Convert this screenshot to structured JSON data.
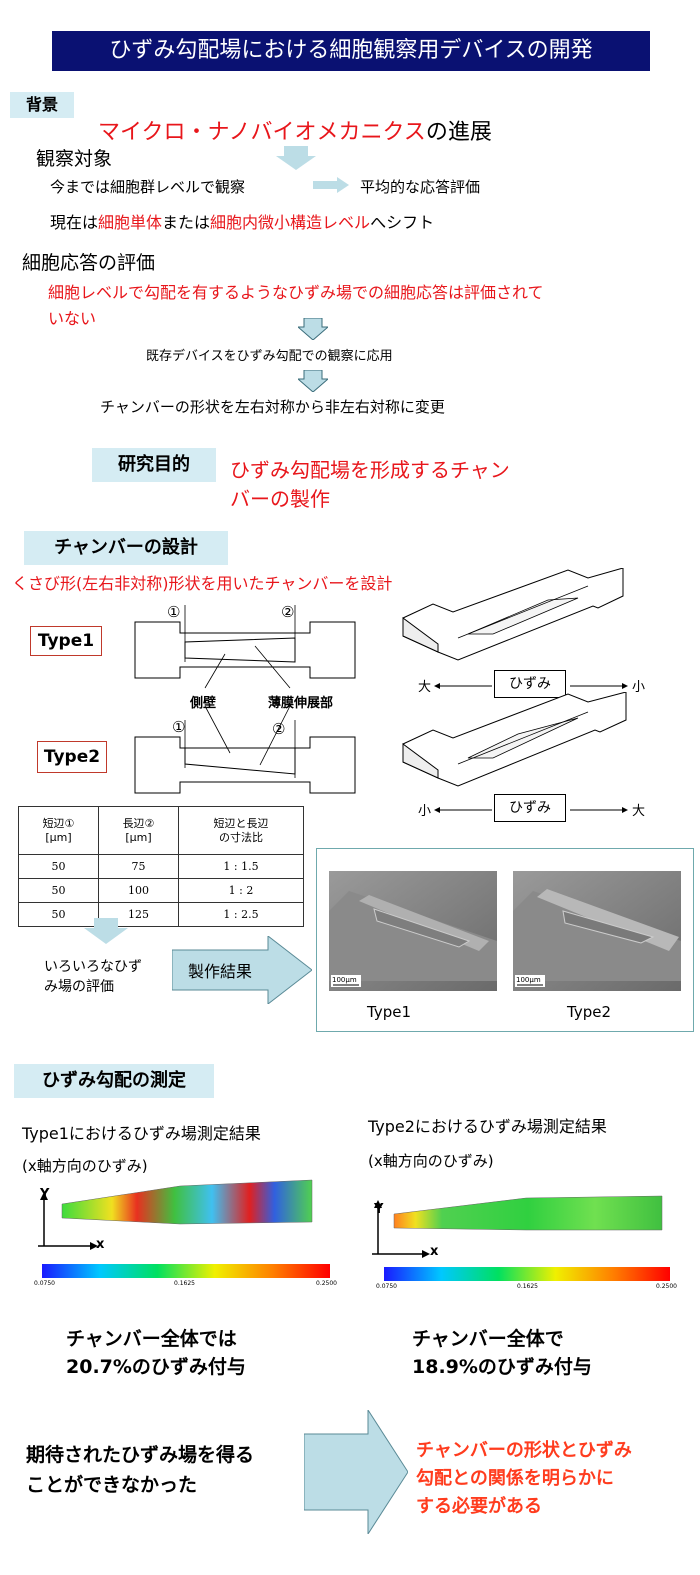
{
  "title": "ひずみ勾配場における細胞観察用デバイスの開発",
  "background": {
    "tag": "背景",
    "headline_red": "マイクロ・ナノバイオメカニクス",
    "headline_black": "の進展",
    "observation_heading": "観察対象",
    "line1_left": "今までは細胞群レベルで観察",
    "line1_right": "平均的な応答評価",
    "line2_a": "現在は",
    "line2_b": "細胞単体",
    "line2_c": "または",
    "line2_d": "細胞内微小構造レベル",
    "line2_e": "へシフト",
    "eval_heading": "細胞応答の評価",
    "eval_red_1": "細胞レベルで勾配を有するようなひずみ場での細胞応答は評価されて",
    "eval_red_2": "いない",
    "step1": "既存デバイスをひずみ勾配での観察に応用",
    "step2": "チャンバーの形状を左右対称から非左右対称に変更"
  },
  "purpose": {
    "tag": "研究目的",
    "text_1": "ひずみ勾配場を形成するチャン",
    "text_2": "バーの製作"
  },
  "design": {
    "tag": "チャンバーの設計",
    "subtitle": "くさび形(左右非対称)形状を用いたチャンバーを設計",
    "type1": "Type1",
    "type2": "Type2",
    "label_circle1": "①",
    "label_circle2": "②",
    "label_sidewall": "側壁",
    "label_membrane": "薄膜伸展部",
    "strain_label": "ひずみ",
    "large": "大",
    "small": "小",
    "table": {
      "headers": [
        [
          "短辺①",
          "[μm]"
        ],
        [
          "長辺②",
          "[μm]"
        ],
        [
          "短辺と長辺",
          "の寸法比"
        ]
      ],
      "rows": [
        [
          "50",
          "75",
          "1 : 1.5"
        ],
        [
          "50",
          "100",
          "1 : 2"
        ],
        [
          "50",
          "125",
          "1 : 2.5"
        ]
      ]
    },
    "eval_text_1": "いろいろなひず",
    "eval_text_2": "み場の評価",
    "result_label": "製作結果",
    "scale_label": "100μm",
    "photo1_caption": "Type1",
    "photo2_caption": "Type2"
  },
  "measurement": {
    "tag": "ひずみ勾配の測定",
    "type1_title": "Type1におけるひずみ場測定結果",
    "type1_sub": "(x軸方向のひずみ)",
    "type2_title": "Type2におけるひずみ場測定結果",
    "type2_sub": "(x軸方向のひずみ)",
    "axis_y": "Y",
    "axis_x": "x",
    "scale_min": "0.0750",
    "scale_mid": "0.1625",
    "scale_max": "0.2500",
    "type1_result_1": "チャンバー全体では",
    "type1_result_2": "20.7%のひずみ付与",
    "type2_result_1": "チャンバー全体で",
    "type2_result_2": "18.9%のひずみ付与"
  },
  "conclusion": {
    "left_1": "期待されたひずみ場を得る",
    "left_2": "ことができなかった",
    "right_1": "チャンバーの形状とひずみ",
    "right_2": "勾配との関係を明らかに",
    "right_3": "する必要がある"
  },
  "colors": {
    "title_bg": "#0a1172",
    "accent_red": "#e8161b",
    "tag_bg": "#d5ecf3",
    "arrow_fill": "#bcdde6"
  }
}
